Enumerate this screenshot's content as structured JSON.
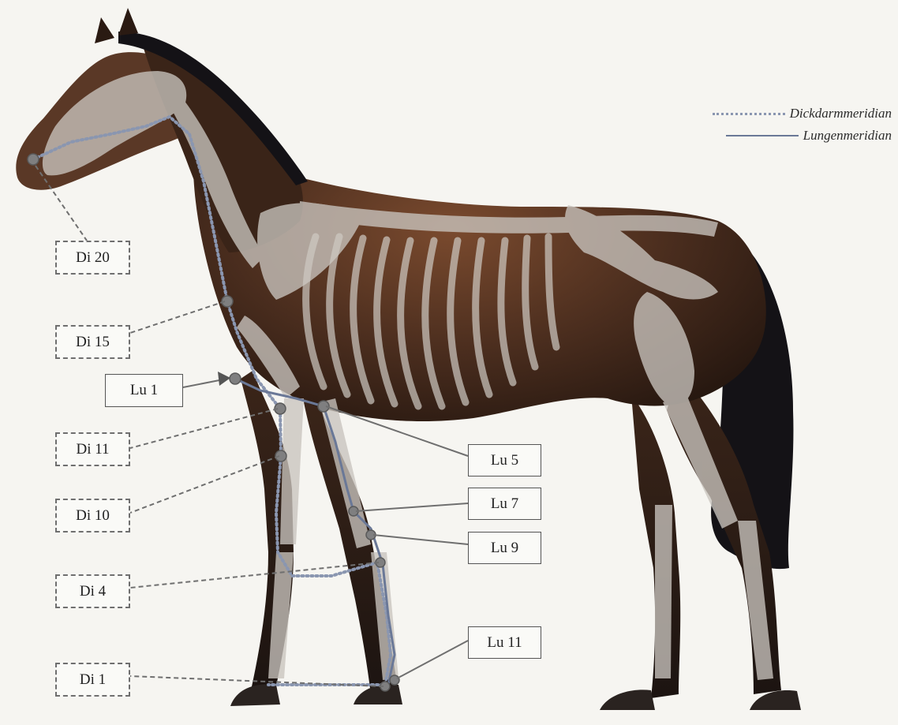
{
  "legend": {
    "large_intestine": "Dickdarmmeridian",
    "lung": "Lungenmeridian"
  },
  "points": {
    "di20": "Di 20",
    "di15": "Di 15",
    "lu1": "Lu 1",
    "di11": "Di 11",
    "di10": "Di 10",
    "di4": "Di 4",
    "di1": "Di 1",
    "lu5": "Lu 5",
    "lu7": "Lu 7",
    "lu9": "Lu 9",
    "lu11": "Lu 11"
  },
  "colors": {
    "background": "#f6f5f1",
    "coat": "#3b2519",
    "coat_highlight": "#7a4a2e",
    "mane_tail": "#141216",
    "bone": "#c9c4be",
    "dickdarm_meridian": "#8a96b0",
    "lungen_meridian": "#6a7897",
    "label_border": "#6f6f6f"
  }
}
